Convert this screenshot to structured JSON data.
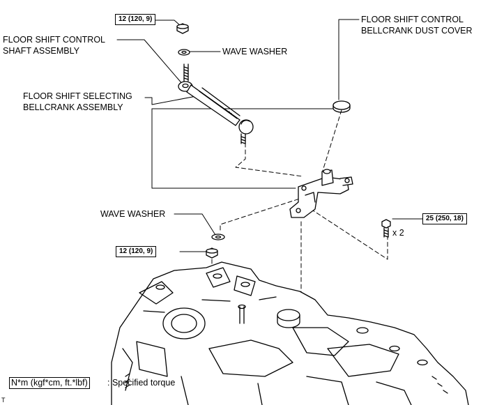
{
  "labels": {
    "torque_top": "12 (120, 9)",
    "shaft_line1": "FLOOR SHIFT CONTROL",
    "shaft_line2": "SHAFT ASSEMBLY",
    "wave_washer_top": "WAVE WASHER",
    "selecting_line1": "FLOOR SHIFT SELECTING",
    "selecting_line2": "BELLCRANK ASSEMBLY",
    "dust_cover_line1": "FLOOR SHIFT CONTROL",
    "dust_cover_line2": "BELLCRANK DUST COVER",
    "wave_washer_bottom": "WAVE WASHER",
    "torque_bottom": "12 (120, 9)",
    "torque_right": "25 (250, 18)",
    "qty": "x 2",
    "legend_key": "N*m (kgf*cm, ft.*lbf)",
    "legend_desc": ": Specified torque",
    "corner_mark": "T"
  }
}
